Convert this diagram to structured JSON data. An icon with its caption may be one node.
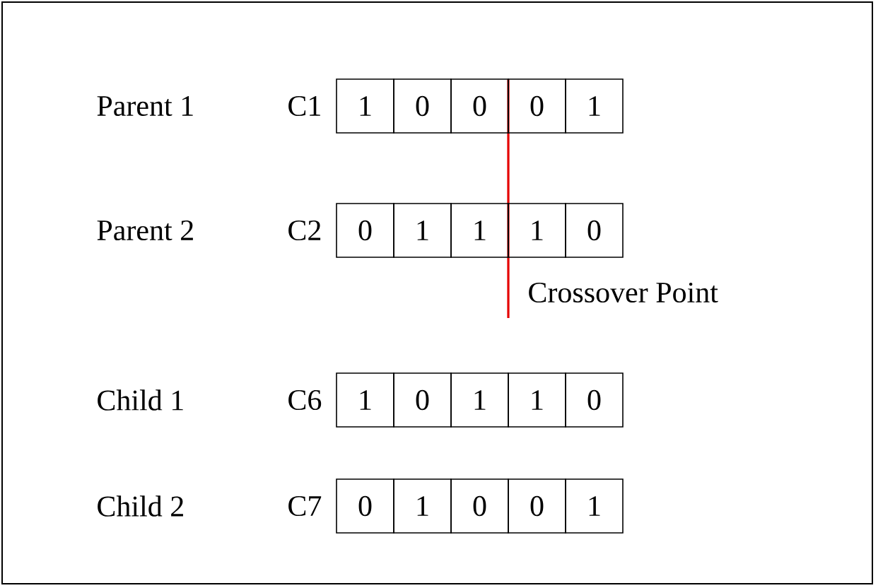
{
  "diagram": {
    "labels": [
      "Parent 1",
      "C1",
      "1",
      "0",
      "0",
      "0",
      "1",
      "Parent 2",
      "C2",
      "0",
      "1",
      "1",
      "1",
      "0",
      "Child 1",
      "C6",
      "1",
      "0",
      "1",
      "1",
      "0",
      "Child 2",
      "C7",
      "0",
      "1",
      "0",
      "0",
      "1",
      "Crossover Point"
    ]
  }
}
